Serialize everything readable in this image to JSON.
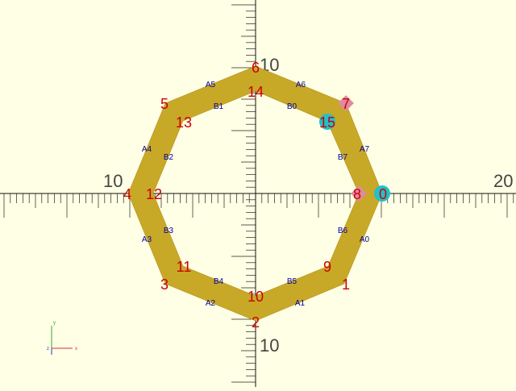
{
  "viewport": {
    "background": "#ffffe5",
    "axis_color": "#111111",
    "ruler_label_color": "#333333",
    "ruler_labels": {
      "x_neg": "10",
      "x_pos": "20",
      "y_pos": "10",
      "y_neg": "10"
    }
  },
  "shape": {
    "fill": "#c8a827",
    "outer_vertex_labels": [
      "0",
      "1",
      "2",
      "3",
      "4",
      "5",
      "6",
      "7"
    ],
    "inner_vertex_labels": [
      "8",
      "9",
      "10",
      "11",
      "12",
      "13",
      "14",
      "15"
    ],
    "outer_edge_labels": [
      "A0",
      "A1",
      "A2",
      "A3",
      "A4",
      "A5",
      "A6",
      "A7"
    ],
    "inner_edge_labels": [
      "B0",
      "B1",
      "B2",
      "B3",
      "B4",
      "B5",
      "B6",
      "B7"
    ],
    "vertex_label_color": "#cc0000",
    "edge_label_color": "#000099",
    "highlight_circle_color": "#22c0c8",
    "highlight_diamond_color": "#e08aa0"
  },
  "axes_gizmo": {
    "x_label": "x",
    "y_label": "y",
    "z_label": "z",
    "x_color": "#cc3333",
    "y_color": "#33aa33",
    "z_color": "#3333cc"
  }
}
